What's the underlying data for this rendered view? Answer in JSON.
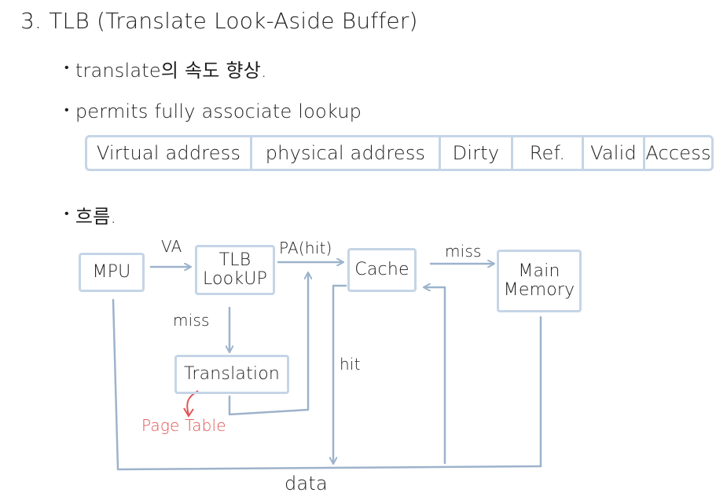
{
  "title": "3. TLB (Translate Look-Aside Buffer)",
  "bullets": [
    {
      "text": "translate의 속도 향상."
    },
    {
      "text": "permits fully associate lookup"
    },
    {
      "text": "흐름."
    }
  ],
  "tlb_entry_fields": [
    "Virtual address",
    "physical address",
    "Dirty",
    "Ref.",
    "Valid",
    "Access"
  ],
  "diagram": {
    "nodes": {
      "mpu": "MPU",
      "tlb": "TLB\nLookUP",
      "cache": "Cache",
      "memory": "Main\nMemory",
      "translation": "Translation"
    },
    "edge_labels": {
      "va": "VA",
      "pa": "PA(hit)",
      "miss_tlb": "miss",
      "miss_cache": "miss",
      "hit": "hit",
      "data": "data"
    },
    "annotation": "Page Table",
    "colors": {
      "box": "#c5d5e6",
      "line": "#9db3cc",
      "annotation": "#e05555"
    }
  }
}
